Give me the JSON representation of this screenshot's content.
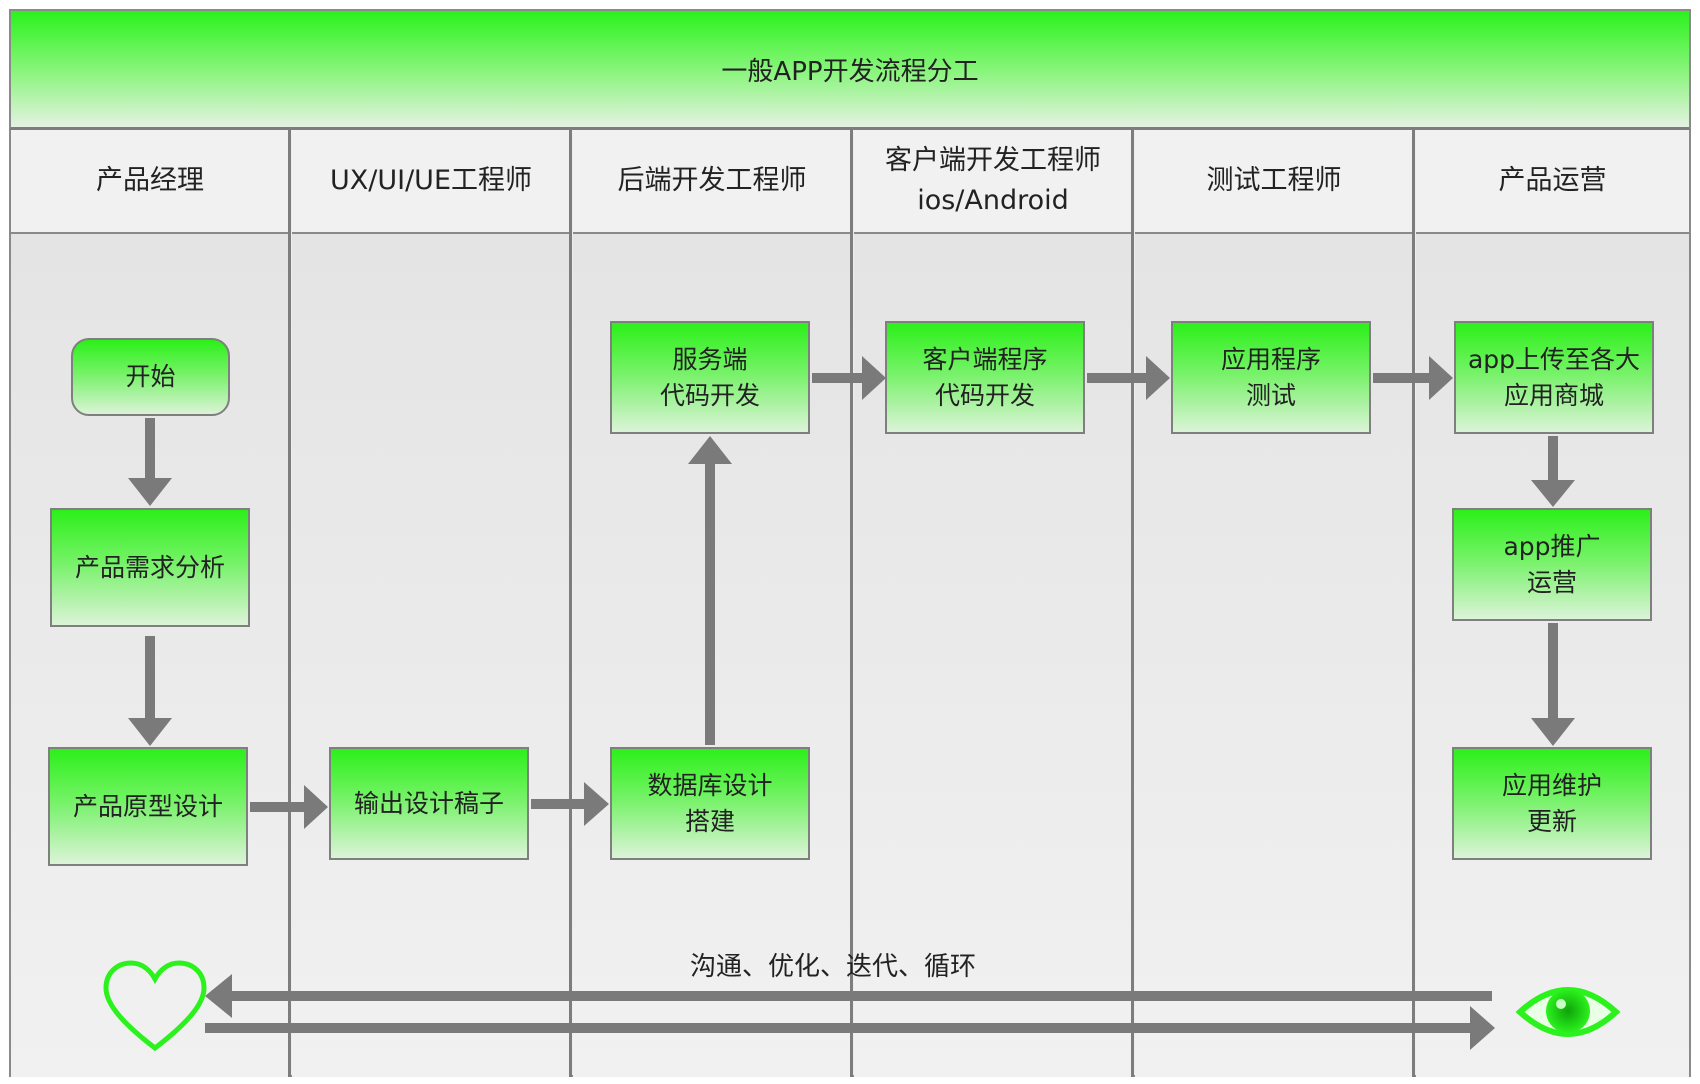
{
  "title": "一般APP开发流程分工",
  "lanes": [
    {
      "header": "产品经理"
    },
    {
      "header": "UX/UI/UE工程师"
    },
    {
      "header": "后端开发工程师"
    },
    {
      "header": "客户端开发工程师\nios/Android"
    },
    {
      "header": "测试工程师"
    },
    {
      "header": "产品运营"
    }
  ],
  "nodes": {
    "start": "开始",
    "req_analysis": "产品需求分析",
    "prototype": "产品原型设计",
    "design_output": "输出设计稿子",
    "db_design": "数据库设计\n搭建",
    "server_dev": "服务端\n代码开发",
    "client_dev": "客户端程序\n代码开发",
    "app_test": "应用程序\n测试",
    "store_upload": "app上传至各大\n应用商城",
    "promotion": "app推广\n运营",
    "maintenance": "应用维护\n更新"
  },
  "loop_caption": "沟通、优化、迭代、循环",
  "icons": {
    "left": "heart-icon",
    "right": "eye-icon"
  },
  "colors": {
    "accent_green": "#2bf21d",
    "arrow_gray": "#7a7a7a",
    "border_gray": "#8a8a8a"
  }
}
